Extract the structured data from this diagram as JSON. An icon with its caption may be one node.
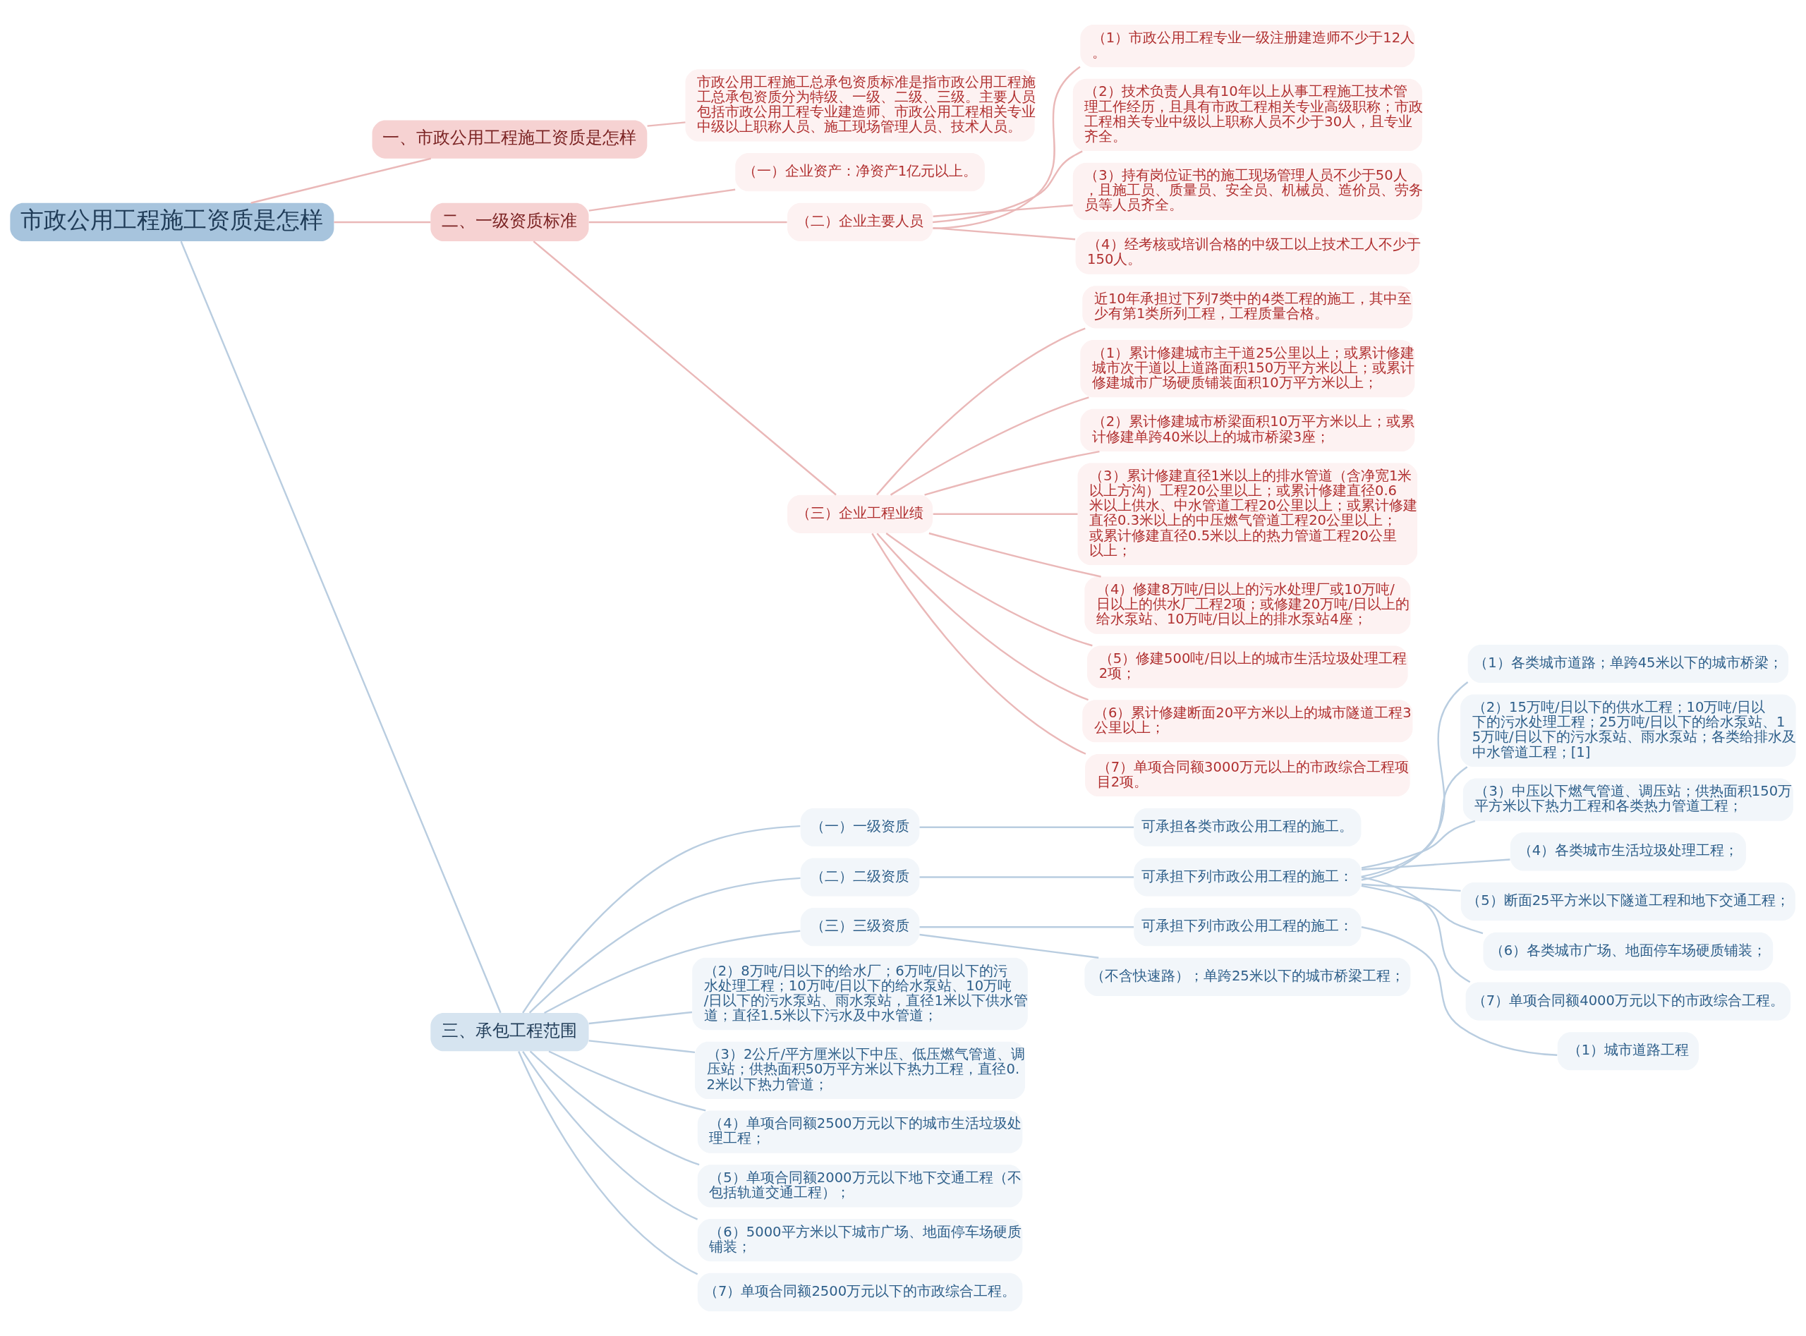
{
  "diagram": {
    "nodes": [
      {
        "text": [
          "市政公用工程施工资质是怎样"
        ]
      },
      {
        "text": [
          "一、市政公用工程施工资质是怎样"
        ]
      },
      {
        "text": [
          "市政公用工程施工总承包资质标准是指市政公用工程施工总承包资质分为特级、一级、二级、三级。主要人员包括市政公用工程专业建造师、市政公用工程相关专业中级以上职称人员、施工现场管理人员、技术人员。"
        ]
      },
      {
        "text": [
          "二、一级资质标准"
        ]
      },
      {
        "text": [
          "（一）企业资产：净资产1亿元以上。"
        ]
      },
      {
        "text": [
          "（二）企业主要人员"
        ]
      },
      {
        "text": [
          "（1）市政公用工程专业一级注册建造师不少于12人。"
        ]
      },
      {
        "text": [
          "（2）技术负责人具有10年以上从事工程施工技术管理工作经历，且具有市政工程相关专业高级职称；市政工程相关专业中级以上职称人员不少于30人，且专业齐全。"
        ]
      },
      {
        "text": [
          "（3）持有岗位证书的施工现场管理人员不少于50人，且施工员、质量员、安全员、机械员、造价员、劳务员等人员齐全。"
        ]
      },
      {
        "text": [
          "（4）经考核或培训合格的中级工以上技术工人不少于150人。"
        ]
      },
      {
        "text": [
          "（三）企业工程业绩"
        ]
      },
      {
        "text": [
          "近10年承担过下列7类中的4类工程的施工，其中至少有第1类所列工程，工程质量合格。"
        ]
      },
      {
        "text": [
          "（1）累计修建城市主干道25公里以上；或累计修建城市次干道以上道路面积150万平方米以上；或累计修建城市广场硬质铺装面积10万平方米以上；"
        ]
      },
      {
        "text": [
          "（2）累计修建城市桥梁面积10万平方米以上；或累计修建单跨40米以上的城市桥梁3座；"
        ]
      },
      {
        "text": [
          "（3）累计修建直径1米以上的排水管道（含净宽1米以上方沟）工程20公里以上；或累计修建直径0.6米以上供水、中水管道工程20公里以上；或累计修建直径0.3米以上的中压燃气管道工程20公里以上；或累计修建直径0.5米以上的热力管道工程20公里以上；"
        ]
      },
      {
        "text": [
          "（4）修建8万吨/日以上的污水处理厂或10万吨/日以上的供水厂工程2项；或修建20万吨/日以上的给水泵站、10万吨/日以上的排水泵站4座；"
        ]
      },
      {
        "text": [
          "（5）修建500吨/日以上的城市生活垃圾处理工程2项；"
        ]
      },
      {
        "text": [
          "（6）累计修建断面20平方米以上的城市隧道工程3公里以上；"
        ]
      },
      {
        "text": [
          "（7）单项合同额3000万元以上的市政综合工程项目2项。"
        ]
      },
      {
        "text": [
          "三、承包工程范围"
        ]
      },
      {
        "text": [
          "（一）一级资质"
        ]
      },
      {
        "text": [
          "可承担各类市政公用工程的施工。"
        ]
      },
      {
        "text": [
          "（二）二级资质"
        ]
      },
      {
        "text": [
          "可承担下列市政公用工程的施工："
        ]
      },
      {
        "text": [
          "（1）各类城市道路；单跨45米以下的城市桥梁；"
        ]
      },
      {
        "text": [
          "（2）15万吨/日以下的供水工程；10万吨/日以下的污水处理工程；25万吨/日以下的给水泵站、15万吨/日以下的污水泵站、雨水泵站；各类给排水及中水管道工程；[1]"
        ]
      },
      {
        "text": [
          "（3）中压以下燃气管道、调压站；供热面积150万平方米以下热力工程和各类热力管道工程；"
        ]
      },
      {
        "text": [
          "（4）各类城市生活垃圾处理工程；"
        ]
      },
      {
        "text": [
          "（5）断面25平方米以下隧道工程和地下交通工程；"
        ]
      },
      {
        "text": [
          "（6）各类城市广场、地面停车场硬质铺装；"
        ]
      },
      {
        "text": [
          "（7）单项合同额4000万元以下的市政综合工程。"
        ]
      },
      {
        "text": [
          "（三）三级资质"
        ]
      },
      {
        "text": [
          "可承担下列市政公用工程的施工："
        ]
      },
      {
        "text": [
          "（1）城市道路工程"
        ]
      },
      {
        "text": [
          "（不含快速路）；单跨25米以下的城市桥梁工程；"
        ]
      },
      {
        "text": [
          "（2）8万吨/日以下的给水厂；6万吨/日以下的污水处理工程；10万吨/日以下的给水泵站、10万吨/日以下的污水泵站、雨水泵站，直径1米以下供水管道；直径1.5米以下污水及中水管道；"
        ]
      },
      {
        "text": [
          "（3）2公斤/平方厘米以下中压、低压燃气管道、调压站；供热面积50万平方米以下热力工程，直径0.2米以下热力管道；"
        ]
      },
      {
        "text": [
          "（4）单项合同额2500万元以下的城市生活垃圾处理工程；"
        ]
      },
      {
        "text": [
          "（5）单项合同额2000万元以下地下交通工程（不包括轨道交通工程）；"
        ]
      },
      {
        "text": [
          "（6）5000平方米以下城市广场、地面停车场硬质铺装；"
        ]
      },
      {
        "text": [
          "（7）单项合同额2500万元以下的市政综合工程。"
        ]
      }
    ],
    "edges": [
      {
        "from": 0,
        "to": 1,
        "arrow": "none",
        "color": "#eab8b8"
      },
      {
        "from": 1,
        "to": 2,
        "arrow": "none",
        "color": "#eab8b8"
      },
      {
        "from": 0,
        "to": 3,
        "arrow": "none",
        "color": "#eab8b8"
      },
      {
        "from": 3,
        "to": 4,
        "arrow": "none",
        "color": "#eab8b8"
      },
      {
        "from": 3,
        "to": 5,
        "arrow": "none",
        "color": "#eab8b8"
      },
      {
        "from": 5,
        "to": 6,
        "arrow": "none",
        "color": "#eab8b8"
      },
      {
        "from": 5,
        "to": 7,
        "arrow": "none",
        "color": "#eab8b8"
      },
      {
        "from": 5,
        "to": 8,
        "arrow": "none",
        "color": "#eab8b8"
      },
      {
        "from": 5,
        "to": 9,
        "arrow": "none",
        "color": "#eab8b8"
      },
      {
        "from": 3,
        "to": 10,
        "arrow": "none",
        "color": "#eab8b8"
      },
      {
        "from": 10,
        "to": 11,
        "arrow": "none",
        "color": "#eab8b8"
      },
      {
        "from": 10,
        "to": 12,
        "arrow": "none",
        "color": "#eab8b8"
      },
      {
        "from": 10,
        "to": 13,
        "arrow": "none",
        "color": "#eab8b8"
      },
      {
        "from": 10,
        "to": 14,
        "arrow": "none",
        "color": "#eab8b8"
      },
      {
        "from": 10,
        "to": 15,
        "arrow": "none",
        "color": "#eab8b8"
      },
      {
        "from": 10,
        "to": 16,
        "arrow": "none",
        "color": "#eab8b8"
      },
      {
        "from": 10,
        "to": 17,
        "arrow": "none",
        "color": "#eab8b8"
      },
      {
        "from": 10,
        "to": 18,
        "arrow": "none",
        "color": "#eab8b8"
      },
      {
        "from": 0,
        "to": 19,
        "arrow": "none"
      },
      {
        "from": 19,
        "to": 20,
        "arrow": "none"
      },
      {
        "from": 20,
        "to": 21,
        "arrow": "none"
      },
      {
        "from": 19,
        "to": 22,
        "arrow": "none"
      },
      {
        "from": 22,
        "to": 23,
        "arrow": "none"
      },
      {
        "from": 23,
        "to": 24,
        "arrow": "none"
      },
      {
        "from": 23,
        "to": 25,
        "arrow": "none"
      },
      {
        "from": 23,
        "to": 26,
        "arrow": "none"
      },
      {
        "from": 23,
        "to": 27,
        "arrow": "none"
      },
      {
        "from": 23,
        "to": 28,
        "arrow": "none"
      },
      {
        "from": 23,
        "to": 29,
        "arrow": "none"
      },
      {
        "from": 23,
        "to": 30,
        "arrow": "none"
      },
      {
        "from": 19,
        "to": 31,
        "arrow": "none"
      },
      {
        "from": 31,
        "to": 32,
        "arrow": "none"
      },
      {
        "from": 32,
        "to": 33,
        "arrow": "none"
      },
      {
        "from": 31,
        "to": 34,
        "arrow": "none"
      },
      {
        "from": 19,
        "to": 35,
        "arrow": "none"
      },
      {
        "from": 19,
        "to": 36,
        "arrow": "none"
      },
      {
        "from": 19,
        "to": 37,
        "arrow": "none"
      },
      {
        "from": 19,
        "to": 38,
        "arrow": "none"
      },
      {
        "from": 19,
        "to": 39,
        "arrow": "none"
      },
      {
        "from": 19,
        "to": 40,
        "arrow": "none"
      }
    ]
  }
}
